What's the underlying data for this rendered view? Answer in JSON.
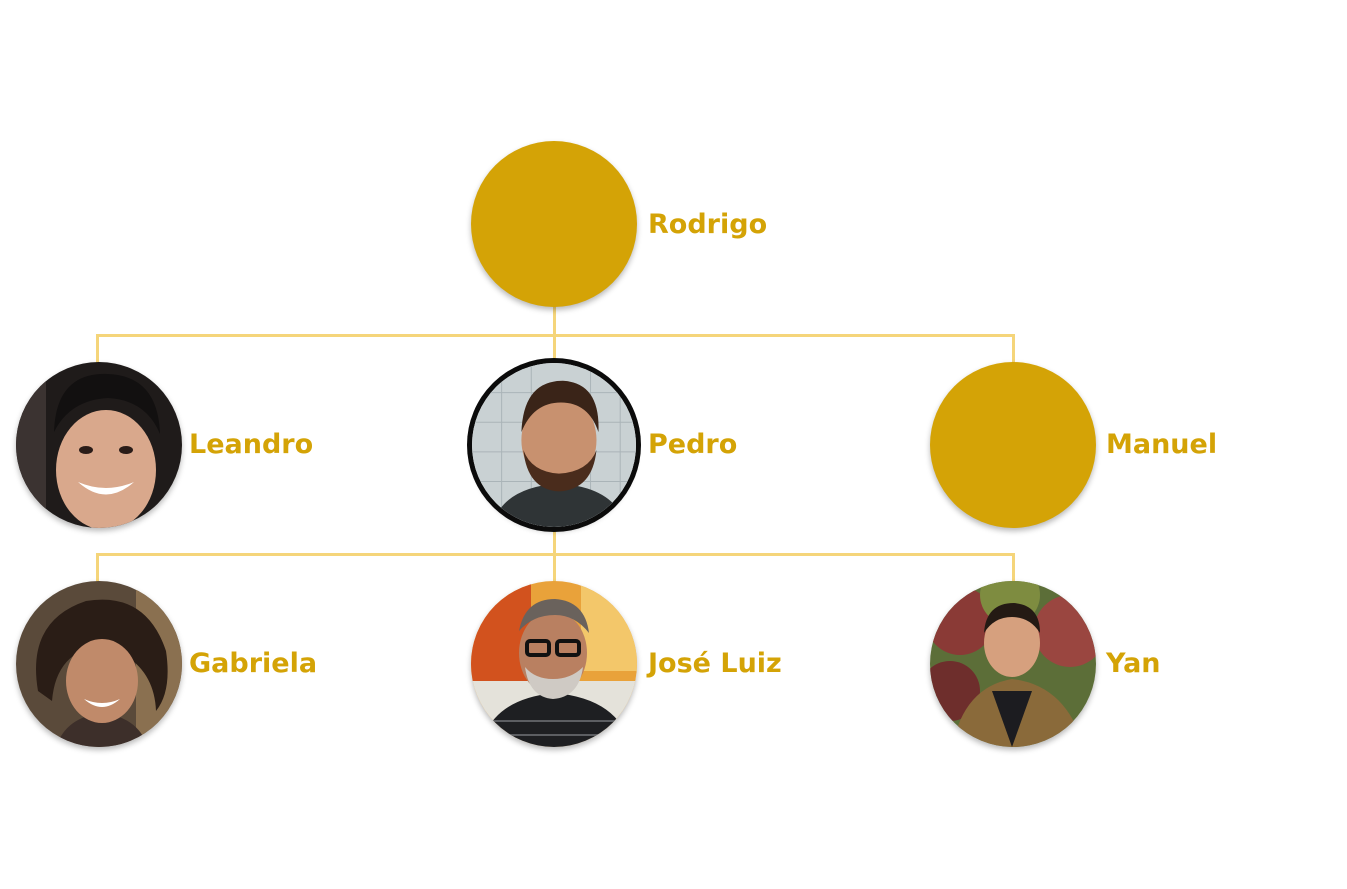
{
  "org_chart": {
    "accent_color": "#d4a306",
    "connector_color": "#f5d57a",
    "nodes": {
      "rodrigo": {
        "name": "Rodrigo",
        "avatar": "empty"
      },
      "leandro": {
        "name": "Leandro",
        "avatar": "photo"
      },
      "pedro": {
        "name": "Pedro",
        "avatar": "photo"
      },
      "manuel": {
        "name": "Manuel",
        "avatar": "empty"
      },
      "gabriela": {
        "name": "Gabriela",
        "avatar": "photo"
      },
      "jose_luiz": {
        "name": "José Luiz",
        "avatar": "photo"
      },
      "yan": {
        "name": "Yan",
        "avatar": "photo"
      }
    },
    "hierarchy": {
      "Rodrigo": [
        "Leandro",
        "Pedro",
        "Manuel"
      ],
      "Pedro": [
        "Gabriela",
        "José Luiz",
        "Yan"
      ]
    }
  }
}
